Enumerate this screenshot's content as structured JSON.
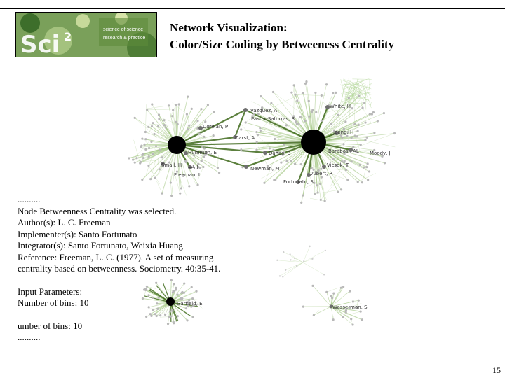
{
  "header": {
    "title_line1": "Network Visualization:",
    "title_line2": "Color/Size Coding by Betweeness Centrality",
    "logo_text": [
      "science of science",
      "research & practice"
    ]
  },
  "network": {
    "node_labels": {
      "garfield": "Garfield, E",
      "darst": "Darst, A",
      "dahas": "Dahas, B",
      "wasserman": "Wasserman, S",
      "hummon": "Hummon, E",
      "vazquez": "Vazquez, A",
      "pastor": "Pastor-Satorras, R",
      "doreian": "Doreian, P",
      "jeong": "Jeong, H",
      "barabasi": "Barabasi, AL",
      "newman": "Newman, M",
      "freeman": "Freeman, L",
      "vicsek": "Vicsek, T",
      "albert": "Albert, R",
      "fortunato": "Fortunato, S",
      "small": "Small, H",
      "white": "White, H",
      "moody": "Moody, J",
      "lu": "Lu, J"
    }
  },
  "info": {
    "lines_a": [
      "..........",
      "Node Betweenness Centrality was selected.",
      "Author(s): L. C. Freeman",
      "Implementer(s): Santo Fortunato",
      "Integrator(s): Santo Fortunato, Weixia Huang",
      "Reference: Freeman, L. C. (1977). A set of measuring",
      "centrality based on betweenness. Sociometry. 40:35-41."
    ],
    "lines_b": [
      "Input Parameters:",
      "Number of bins: 10"
    ],
    "lines_c": [
      "umber of bins: 10",
      ".........."
    ]
  },
  "footer": {
    "page_number": "15"
  },
  "colors": {
    "edge_dark": "#3f6a1c",
    "edge_light": "#9cc27a",
    "node_dark": "#000000",
    "node_mid": "#6e6e6e",
    "node_light": "#b8b8b8"
  }
}
